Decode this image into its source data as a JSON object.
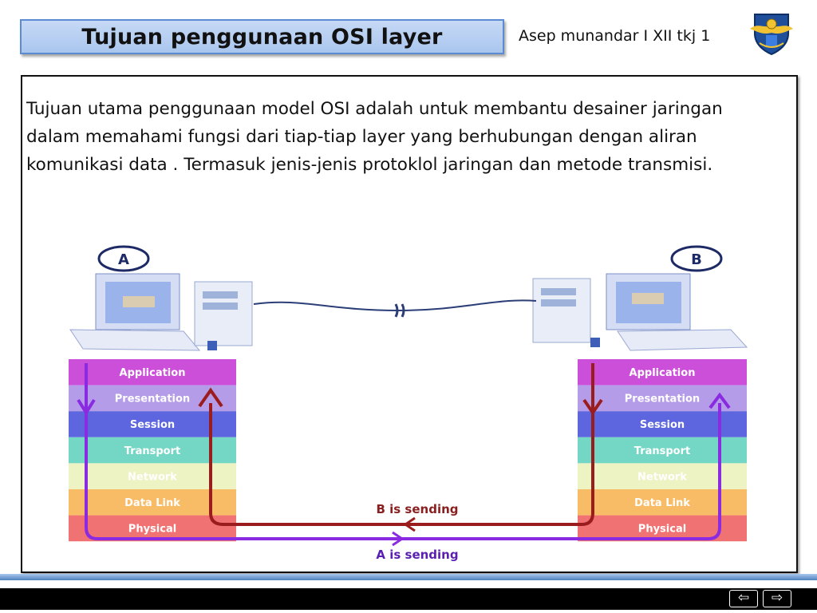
{
  "slide": {
    "title": "Tujuan penggunaan OSI layer",
    "author": "Asep munandar I XII tkj 1",
    "body_lines": [
      "Tujuan utama penggunaan model OSI adalah untuk membantu desainer jaringan",
      "dalam memahami fungsi dari tiap-tiap layer yang berhubungan dengan aliran",
      "komunikasi data . Termasuk jenis-jenis protoklol jaringan dan metode transmisi."
    ]
  },
  "diagram": {
    "host_a": "A",
    "host_b": "B",
    "layers": [
      "Application",
      "Presentation",
      "Session",
      "Transport",
      "Network",
      "Data Link",
      "Physical"
    ],
    "layer_colors": [
      "#cc4fd9",
      "#b59ce8",
      "#5d66de",
      "#74d6c4",
      "#eef3c4",
      "#f8bc66",
      "#f07272"
    ],
    "b_sending": "B is sending",
    "a_sending": "A is sending",
    "colors": {
      "b_path": "#9b1c1c",
      "a_path": "#8a2be2"
    }
  },
  "nav": {
    "prev_icon": "⇦",
    "next_icon": "⇨"
  }
}
